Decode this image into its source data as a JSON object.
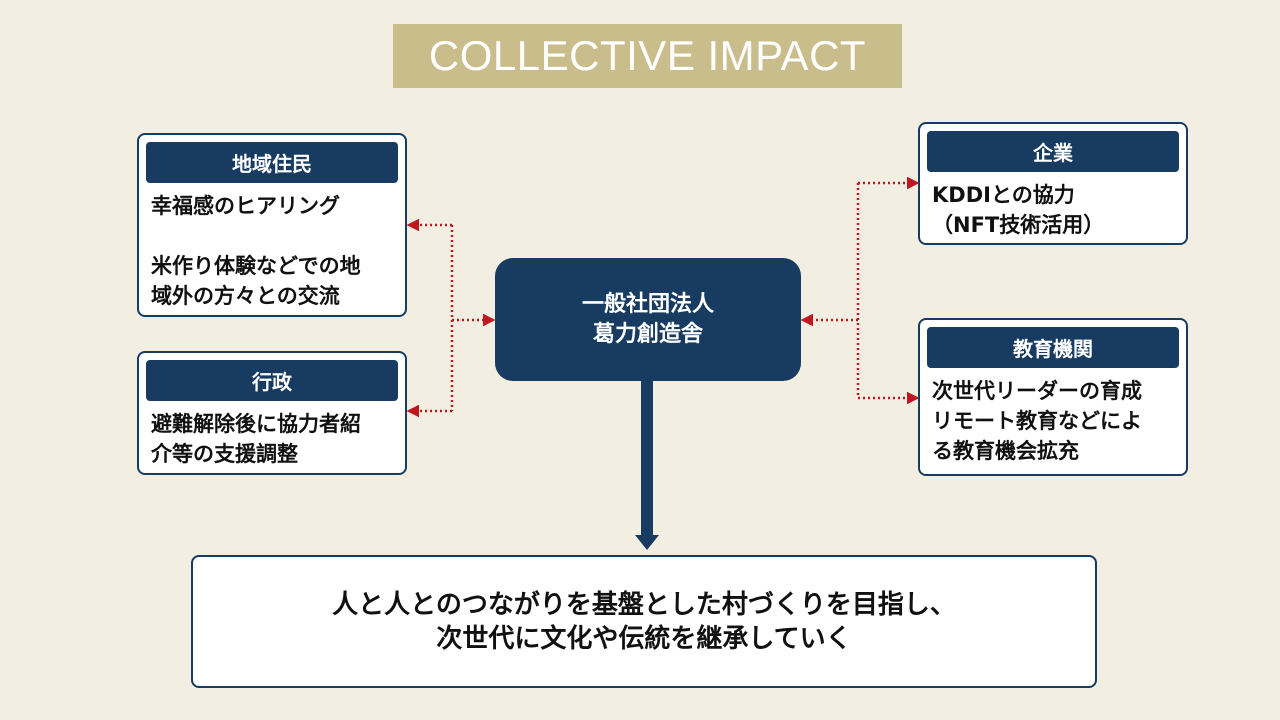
{
  "title": "COLLECTIVE IMPACT",
  "center": {
    "line1": "一般社団法人",
    "line2": "葛力創造舎"
  },
  "boxes": {
    "residents": {
      "header": "地域住民",
      "lines": [
        "幸福感のヒアリング",
        "米作り体験などでの地",
        "域外の方々との交流"
      ]
    },
    "government": {
      "header": "行政",
      "lines": [
        "避難解除後に協力者紹",
        "介等の支援調整"
      ]
    },
    "company": {
      "header": "企業",
      "lines": [
        "KDDIとの協力",
        "（NFT技術活用）"
      ]
    },
    "education": {
      "header": "教育機関",
      "lines": [
        "次世代リーダーの育成",
        "リモート教育などによ",
        "る教育機会拡充"
      ]
    }
  },
  "goal": {
    "line1": "人と人とのつながりを基盤とした村づくりを目指し、",
    "line2": "次世代に文化や伝統を継承していく"
  },
  "colors": {
    "navy": "#173b61",
    "gold": "#c8bd8b",
    "background": "#f2eee1",
    "connector": "#c0171e"
  }
}
